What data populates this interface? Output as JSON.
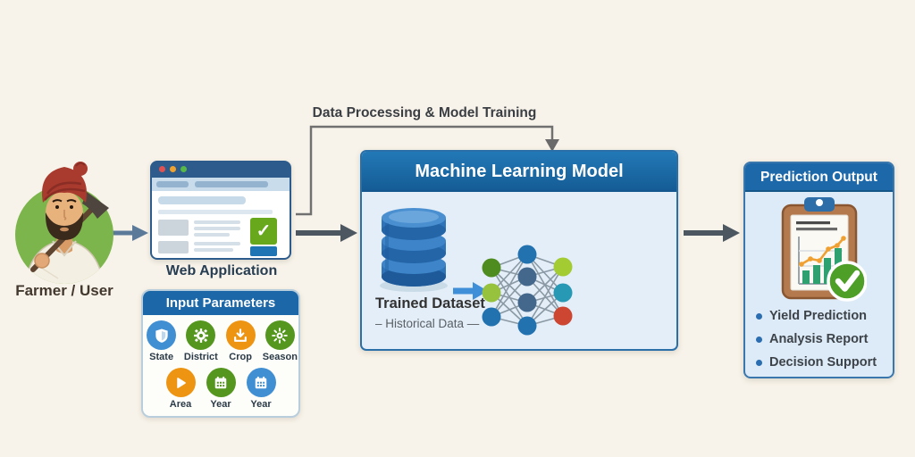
{
  "background": "#f8f3ea",
  "farmer": {
    "label": "Farmer / User"
  },
  "web_app": {
    "label": "Web Application",
    "window_dots": [
      "#e05252",
      "#efa12f",
      "#57b847"
    ],
    "check_icon": "✓"
  },
  "input_parameters": {
    "title": "Input Parameters",
    "items": [
      {
        "label": "State",
        "icon": "shield-icon",
        "color": "#3f8fd2"
      },
      {
        "label": "District",
        "icon": "gear-icon",
        "color": "#55961f"
      },
      {
        "label": "Crop",
        "icon": "download-icon",
        "color": "#ee9413"
      },
      {
        "label": "Season",
        "icon": "sun-icon",
        "color": "#55961f"
      },
      {
        "label": "Area",
        "icon": "play-arrow-icon",
        "color": "#ee9413"
      },
      {
        "label": "Year",
        "icon": "calendar-icon",
        "color": "#55961f"
      },
      {
        "label": "Year",
        "icon": "calendar-icon",
        "color": "#3f8fd2"
      }
    ]
  },
  "process_flow": {
    "label": "Data Processing & Model Training"
  },
  "ml_model": {
    "title": "Machine Learning Model",
    "dataset_label": "Trained Dataset",
    "dataset_sublabel": "– Historical Data —"
  },
  "prediction_output": {
    "title": "Prediction Output",
    "items": [
      "Yield Prediction",
      "Analysis Report",
      "Decision Support"
    ]
  },
  "colors": {
    "header_blue": "#1b67a8",
    "panel_light_blue": "#e3eef8",
    "accent_green": "#67a81c",
    "arrow_dark": "#4d5761",
    "arrow_slate_blue": "#5b7a99",
    "connector_gray": "#707070",
    "database_blue": "#2e74b8",
    "neural_edge": "#8a99a4",
    "neural_nodes_left": [
      "#4e8c1f",
      "#96c23d",
      "#2272b0"
    ],
    "neural_nodes_middle": [
      "#2272b0",
      "#44688b",
      "#44688b",
      "#2272b0"
    ],
    "neural_nodes_right": [
      "#a3cb32",
      "#2899b5",
      "#cc4632"
    ],
    "clipboard_brown": "#b5794e",
    "check_green": "#4e9f28",
    "trend_orange": "#f0a030",
    "bar_green": "#2fa070"
  }
}
